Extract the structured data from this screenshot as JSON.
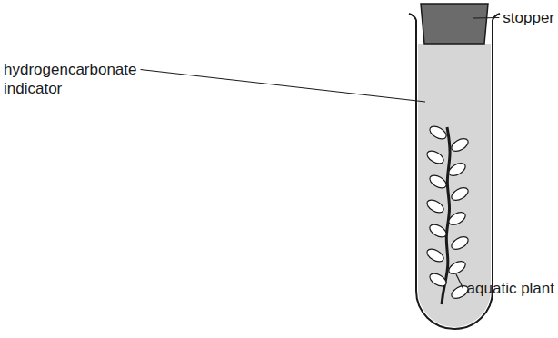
{
  "diagram": {
    "labels": [
      "stopper",
      "hydrogencarbonate indicator",
      "aquatic plant"
    ]
  }
}
